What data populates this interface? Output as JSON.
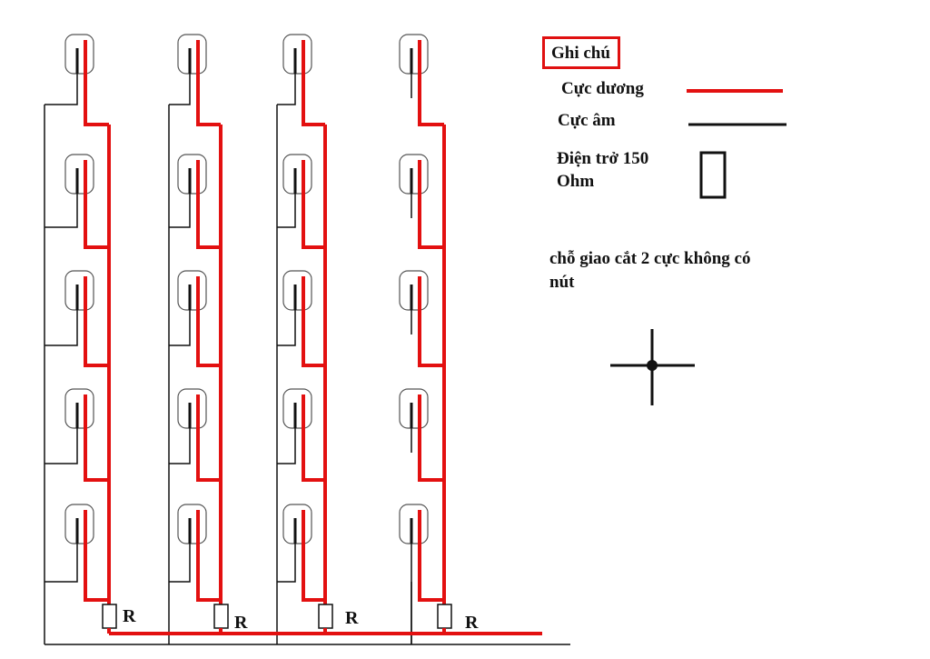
{
  "legend": {
    "title": "Ghi chú",
    "positive_label": "Cực dương",
    "negative_label": "Cực âm",
    "resistor_label_line1": "Điện trở 150",
    "resistor_label_line2": "Ohm",
    "junction_note_line1": "chỗ giao cắt 2 cực không có",
    "junction_note_line2": "nút"
  },
  "circuit": {
    "columns": 4,
    "leds_per_column": 5,
    "resistor_label": "R"
  },
  "colors": {
    "positive": "#e31010",
    "negative": "#111111",
    "led_outline": "#555555"
  }
}
